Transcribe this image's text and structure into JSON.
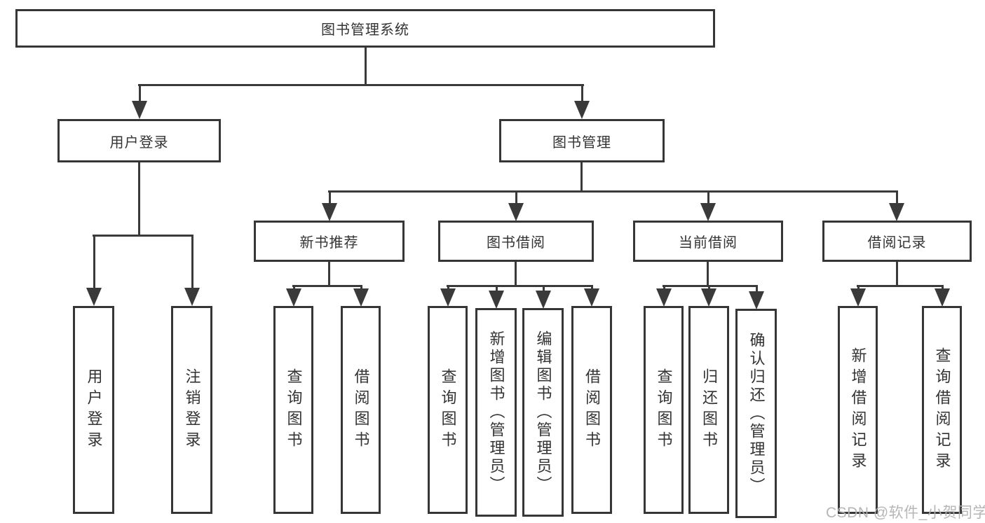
{
  "tree": {
    "label": "图书管理系统",
    "children": [
      {
        "label": "用户登录",
        "children": [
          {
            "label": "用户登录"
          },
          {
            "label": "注销登录"
          }
        ]
      },
      {
        "label": "图书管理",
        "children": [
          {
            "label": "新书推荐",
            "children": [
              {
                "label": "查询图书"
              },
              {
                "label": "借阅图书"
              }
            ]
          },
          {
            "label": "图书借阅",
            "children": [
              {
                "label": "查询图书"
              },
              {
                "label": "新增图书（管理员）"
              },
              {
                "label": "编辑图书（管理员）"
              },
              {
                "label": "借阅图书"
              }
            ]
          },
          {
            "label": "当前借阅",
            "children": [
              {
                "label": "查询图书"
              },
              {
                "label": "归还图书"
              },
              {
                "label": "确认归还（管理员）"
              }
            ]
          },
          {
            "label": "借阅记录",
            "children": [
              {
                "label": "新增借阅记录"
              },
              {
                "label": "查询借阅记录"
              }
            ]
          }
        ]
      }
    ]
  },
  "watermark": {
    "text": "CSDN @软件_小贺同学"
  },
  "colors": {
    "line": "#3a3a3a",
    "box_border": "#363636",
    "text": "#333333",
    "watermark": "#b2b2b2",
    "background": "#ffffff"
  }
}
